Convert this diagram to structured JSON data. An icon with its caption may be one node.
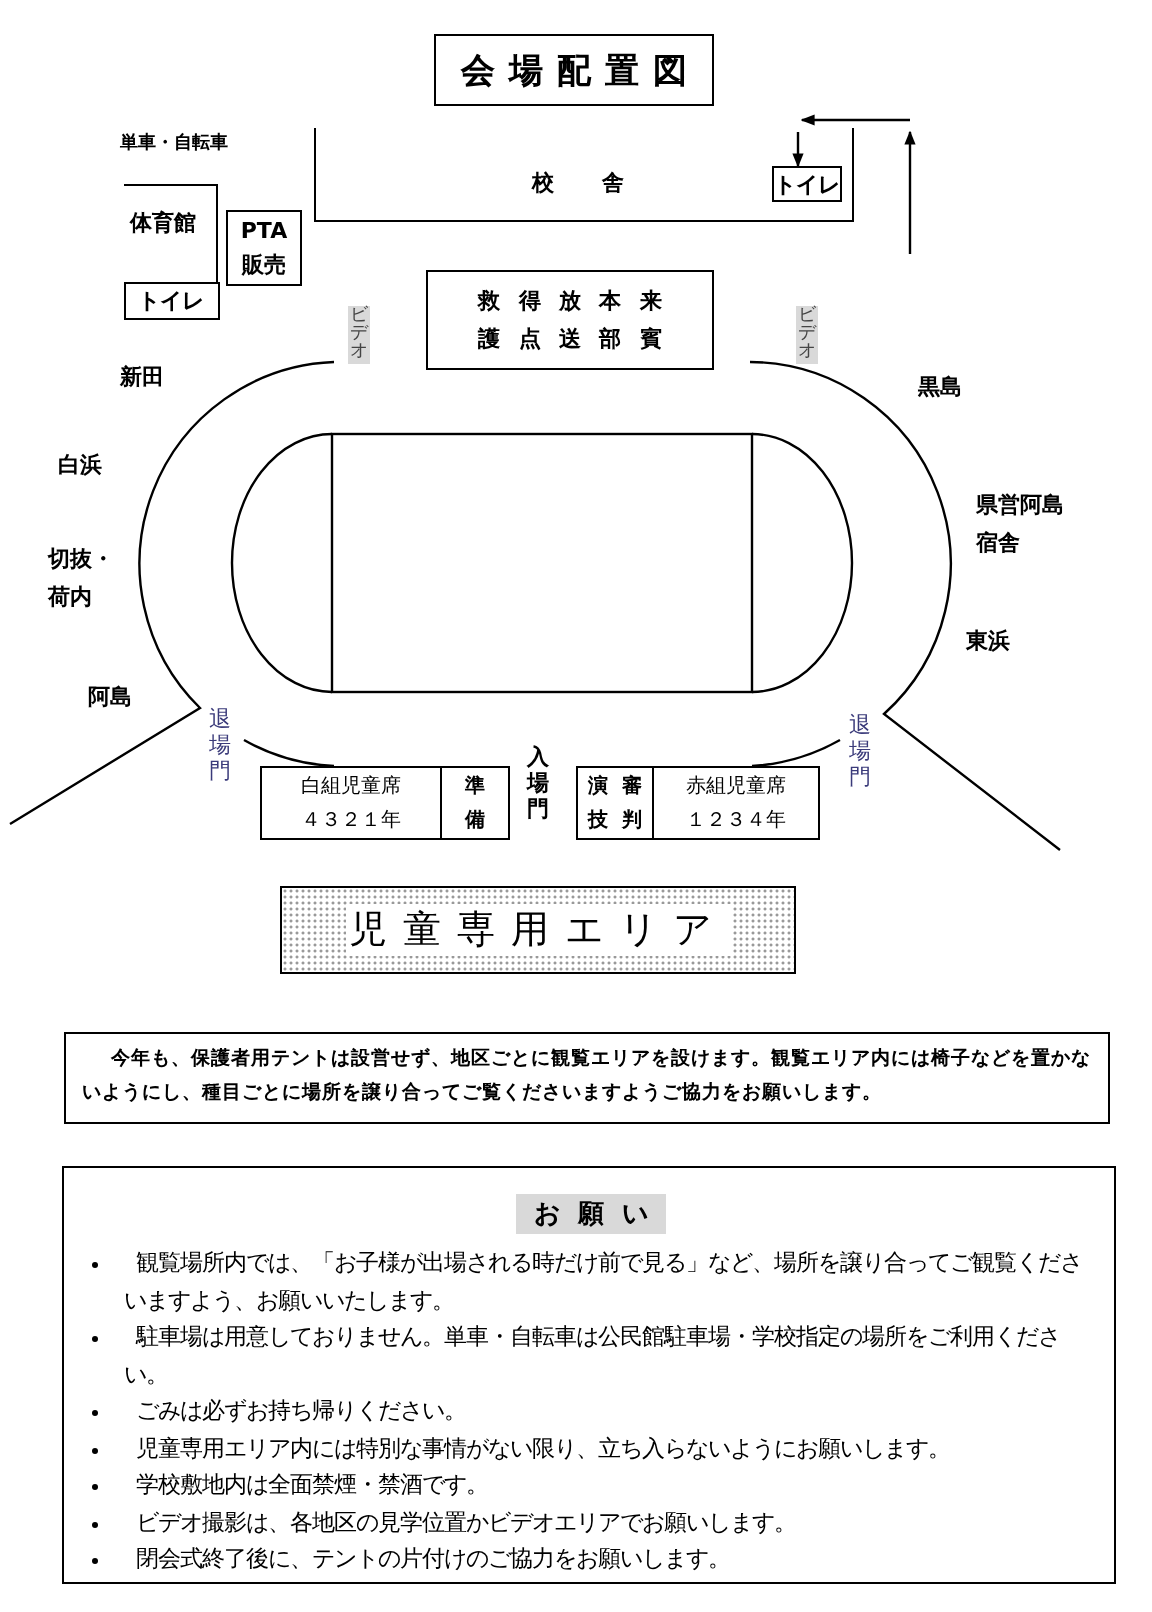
{
  "diagram": {
    "title": "会場配置図",
    "nodes": [
      {
        "text": [
          "校舎"
        ]
      },
      {
        "text": [
          "トイレ"
        ],
        "in": 0
      },
      {
        "text": [
          "体育館"
        ]
      },
      {
        "text": [
          "トイレ"
        ],
        "in": 2
      },
      {
        "text": [
          "PTA 販売"
        ]
      },
      {
        "text": [
          "救護",
          "得点",
          "放送",
          "本部",
          "来賓"
        ]
      },
      {
        "text": [
          "白組児童席",
          "４３２１年"
        ]
      },
      {
        "text": [
          "準備"
        ]
      },
      {
        "text": [
          "演技",
          "審判"
        ]
      },
      {
        "text": [
          "赤組児童席",
          "１２３４年"
        ]
      },
      {
        "text": [
          "児童専用エリア"
        ]
      },
      {
        "text": [
          "今年も、保護者用テントは設営せず、地区ごとに観覧エリアを設けます。観覧エリア内には椅子などを置かないようにし、種目ごとに場所を譲り合ってご覧くださいますようご協力をお願いします。"
        ]
      },
      {
        "text": [
          "お願い",
          "観覧場所内では、「お子様が出場される時だけ前で見る」など、場所を譲り合ってご観覧くださいますよう、お願いいたします。",
          "駐車場は用意しておりません。単車・自転車は公民館駐車場・学校指定の場所をご利用ください。",
          "ごみは必ずお持ち帰りください。",
          "児童専用エリア内には特別な事情がない限り、立ち入らないようにお願いします。",
          "学校敷地内は全面禁煙・禁酒です。",
          "ビデオ撮影は、各地区の見学位置かビデオエリアでお願いします。",
          "閉会式終了後に、テントの片付けのご協力をお願いします。"
        ]
      }
    ],
    "edges": [
      {
        "from": null,
        "to": 1,
        "arrow": "to"
      }
    ],
    "labels": [
      "単車・自転車",
      "ビデオ",
      "ビデオ",
      "新田",
      "黒島",
      "白浜",
      "県営阿島宿舎",
      "切抜・荷内",
      "東浜",
      "阿島",
      "退場門",
      "入場門",
      "退場門"
    ]
  }
}
